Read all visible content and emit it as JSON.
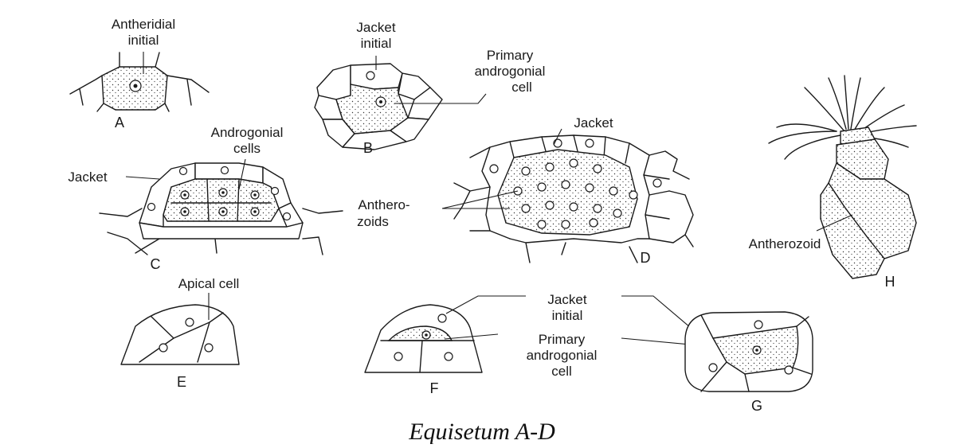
{
  "figures": {
    "A": {
      "letter": "A",
      "label_line1": "Antheridial",
      "label_line2": "initial"
    },
    "B": {
      "letter": "B",
      "jacket_line1": "Jacket",
      "jacket_line2": "initial",
      "primary_line1": "Primary",
      "primary_line2": "androgonial",
      "primary_line3": "cell"
    },
    "C": {
      "letter": "C",
      "jacket": "Jacket",
      "andro_line1": "Androgonial",
      "andro_line2": "cells"
    },
    "D": {
      "letter": "D",
      "jacket": "Jacket",
      "anthero_line1": "Anthero-",
      "anthero_line2": "zoids"
    },
    "E": {
      "letter": "E",
      "apical": "Apical cell"
    },
    "F": {
      "letter": "F"
    },
    "G": {
      "letter": "G"
    },
    "FG": {
      "jacket_line1": "Jacket",
      "jacket_line2": "initial",
      "primary_line1": "Primary",
      "primary_line2": "androgonial",
      "primary_line3": "cell"
    },
    "H": {
      "letter": "H",
      "antherozoid": "Antherozoid"
    }
  },
  "caption": "Equisetum A-D"
}
